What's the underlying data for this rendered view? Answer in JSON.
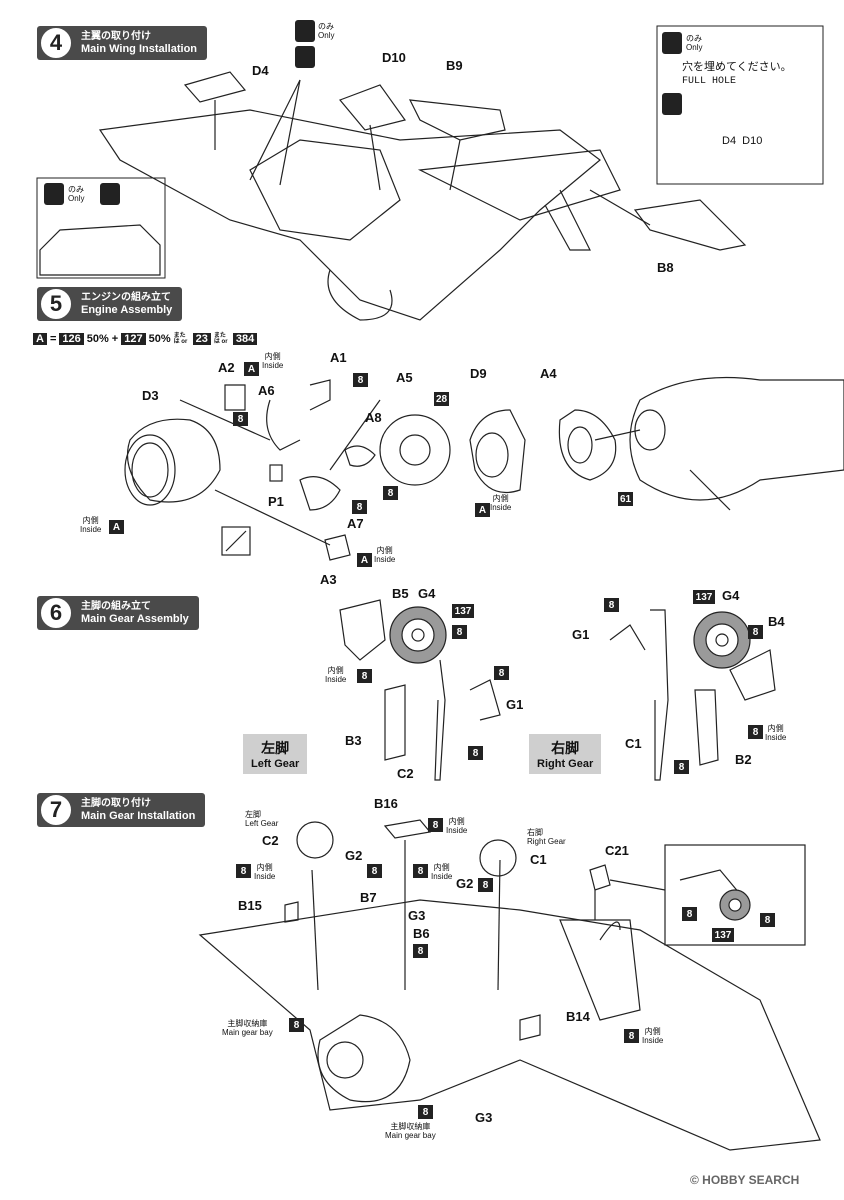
{
  "steps": [
    {
      "num": "4",
      "jp": "主翼の取り付け",
      "en": "Main Wing Installation"
    },
    {
      "num": "5",
      "jp": "エンジンの組み立て",
      "en": "Engine Assembly"
    },
    {
      "num": "6",
      "jp": "主脚の組み立て",
      "en": "Main Gear Assembly"
    },
    {
      "num": "7",
      "jp": "主脚の取り付け",
      "en": "Main Gear Installation"
    }
  ],
  "step4": {
    "only_jp": "のみ",
    "only_en": "Only",
    "parts": {
      "d4": "D4",
      "d10": "D10",
      "b9": "B9",
      "b8": "B8"
    },
    "inset": {
      "jp": "穴を埋めてください。",
      "en": "FULL HOLE",
      "parts": "D4  D10"
    }
  },
  "step5": {
    "legend": {
      "a": "A",
      "eq": "=",
      "c1": "126",
      "p1": "50%",
      "plus": "+",
      "c2": "127",
      "p2": "50%",
      "or1": "または or",
      "c3": "23",
      "or2": "または or",
      "c4": "384"
    },
    "inside_jp": "内側",
    "inside_en": "Inside",
    "parts": {
      "a1": "A1",
      "a2": "A2",
      "a3": "A3",
      "a4": "A4",
      "a5": "A5",
      "a6": "A6",
      "a7": "A7",
      "a8": "A8",
      "d3": "D3",
      "d9": "D9",
      "p1": "P1"
    },
    "colors": {
      "c8": "8",
      "c28": "28",
      "c61": "61",
      "a": "A"
    }
  },
  "step6": {
    "left_jp": "左脚",
    "left_en": "Left Gear",
    "right_jp": "右脚",
    "right_en": "Right Gear",
    "parts": {
      "b5": "B5",
      "g4": "G4",
      "g1": "G1",
      "b3": "B3",
      "c2": "C2",
      "b4": "B4",
      "c1": "C1",
      "b2": "B2"
    },
    "colors": {
      "c8": "8",
      "c137": "137"
    },
    "inside_jp": "内側",
    "inside_en": "Inside"
  },
  "step7": {
    "parts": {
      "b16": "B16",
      "c2": "C2",
      "g2": "G2",
      "b15": "B15",
      "b7": "B7",
      "g3": "G3",
      "b6": "B6",
      "c1": "C1",
      "c21": "C21",
      "b14": "B14"
    },
    "left_gear_jp": "左脚",
    "left_gear_en": "Left Gear",
    "right_gear_jp": "右脚",
    "right_gear_en": "Right Gear",
    "inside_jp": "内側",
    "inside_en": "Inside",
    "bay_jp": "主脚収納庫",
    "bay_en": "Main gear bay",
    "colors": {
      "c8": "8",
      "c137": "137"
    }
  },
  "watermark": "© HOBBY SEARCH"
}
